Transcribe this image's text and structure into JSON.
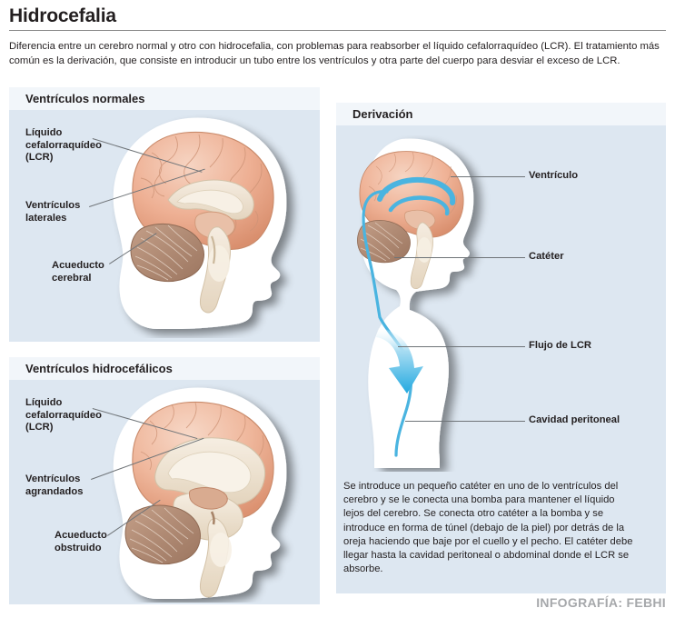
{
  "header": {
    "title": "Hidrocefalia",
    "intro": "Diferencia entre un cerebro normal y otro con hidrocefalia, con problemas para reabsorber el líquido cefalorraquídeo (LCR). El tratamiento más común es la derivación, que consiste en introducir un tubo entre los ventrículos y otra parte del cuerpo para desviar el exceso de LCR."
  },
  "panels": {
    "normal": {
      "heading": "Ventrículos normales",
      "labels": [
        {
          "name": "liquido-cefalorraquideo",
          "text": "Líquido\ncefalorraquídeo\n(LCR)"
        },
        {
          "name": "ventriculos-laterales",
          "text": "Ventrículos\nlaterales"
        },
        {
          "name": "acueducto-cerebral",
          "text": "Acueducto\ncerebral"
        }
      ]
    },
    "hydro": {
      "heading": "Ventrículos hidrocefálicos",
      "labels": [
        {
          "name": "liquido-cefalorraquideo",
          "text": "Líquido\ncefalorraquídeo\n(LCR)"
        },
        {
          "name": "ventriculos-agrandados",
          "text": "Ventrículos\nagrandados"
        },
        {
          "name": "acueducto-obstruido",
          "text": "Acueducto\nobstruido"
        }
      ]
    },
    "shunt": {
      "heading": "Derivación",
      "labels": [
        {
          "name": "ventriculo",
          "text": "Ventrículo"
        },
        {
          "name": "cateter",
          "text": "Catéter"
        },
        {
          "name": "flujo-de-lcr",
          "text": "Flujo de LCR"
        },
        {
          "name": "cavidad-peritoneal",
          "text": "Cavidad peritoneal"
        }
      ],
      "description": "Se introduce un pequeño catéter en uno de lo ventrículos del cerebro y se le conecta una bomba para mantener el líquido lejos del cerebro. Se conecta otro catéter a la bomba y se introduce en forma de túnel (debajo de la piel) por detrás de la oreja haciendo que baje por el cuello y el pecho. El catéter debe llegar hasta la cavidad peritoneal o abdominal donde el LCR se absorbe."
    }
  },
  "footer": {
    "credit": "INFOGRAFÍA: FEBHI"
  },
  "colors": {
    "panel_body": "#dde7f1",
    "panel_head": "#f2f6fa",
    "cortex": "#e8a98c",
    "ventricle": "#ece0cf",
    "cerebellum": "#b08a75",
    "catheter": "#4ab4e0",
    "rule": "#8a8a8a",
    "credit_text": "#a6a8ab"
  }
}
